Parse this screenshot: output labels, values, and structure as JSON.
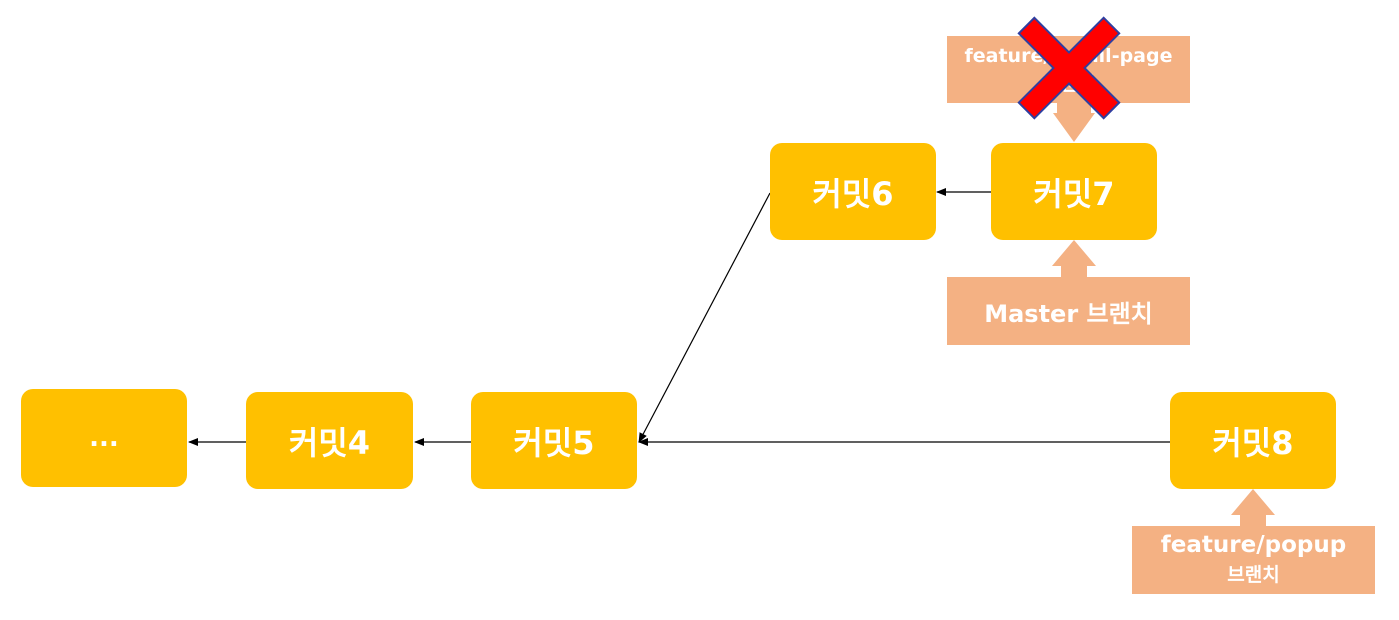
{
  "commits": {
    "ellipsis": "...",
    "c4": "커밋4",
    "c5": "커밋5",
    "c6": "커밋6",
    "c7": "커밋7",
    "c8": "커밋8"
  },
  "branches": {
    "detail_page": {
      "line1": "feature/detail-page",
      "line2": "브랜치",
      "deleted": true
    },
    "master": {
      "label": "Master 브랜치"
    },
    "popup": {
      "line1": "feature/popup",
      "line2": "브랜치"
    }
  },
  "colors": {
    "commit": "#ffc000",
    "branch_label": "#f4b183",
    "delete_mark": "#ff0000",
    "delete_outline": "#2f3ea0",
    "arrow": "#000000"
  }
}
